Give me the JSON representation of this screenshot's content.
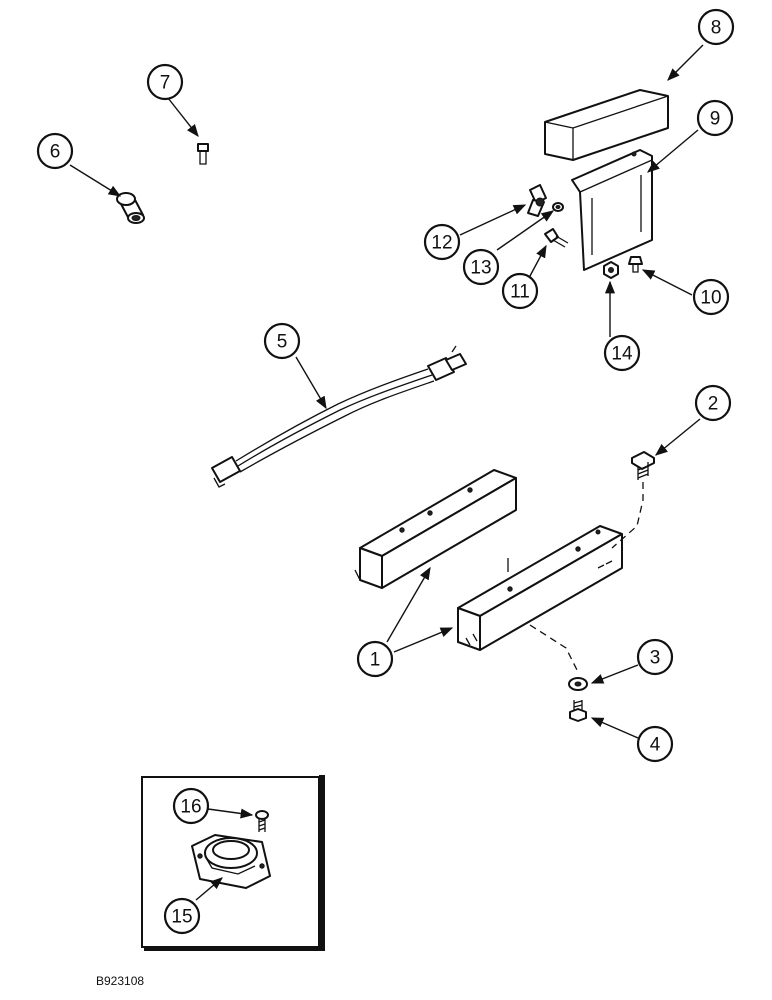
{
  "figure_id": "B923108",
  "callouts": [
    {
      "id": "1",
      "label": "1"
    },
    {
      "id": "2",
      "label": "2"
    },
    {
      "id": "3",
      "label": "3"
    },
    {
      "id": "4",
      "label": "4"
    },
    {
      "id": "5",
      "label": "5"
    },
    {
      "id": "6",
      "label": "6"
    },
    {
      "id": "7",
      "label": "7"
    },
    {
      "id": "8",
      "label": "8"
    },
    {
      "id": "9",
      "label": "9"
    },
    {
      "id": "10",
      "label": "10"
    },
    {
      "id": "11",
      "label": "11"
    },
    {
      "id": "12",
      "label": "12"
    },
    {
      "id": "13",
      "label": "13"
    },
    {
      "id": "14",
      "label": "14"
    },
    {
      "id": "15",
      "label": "15"
    },
    {
      "id": "16",
      "label": "16"
    }
  ]
}
